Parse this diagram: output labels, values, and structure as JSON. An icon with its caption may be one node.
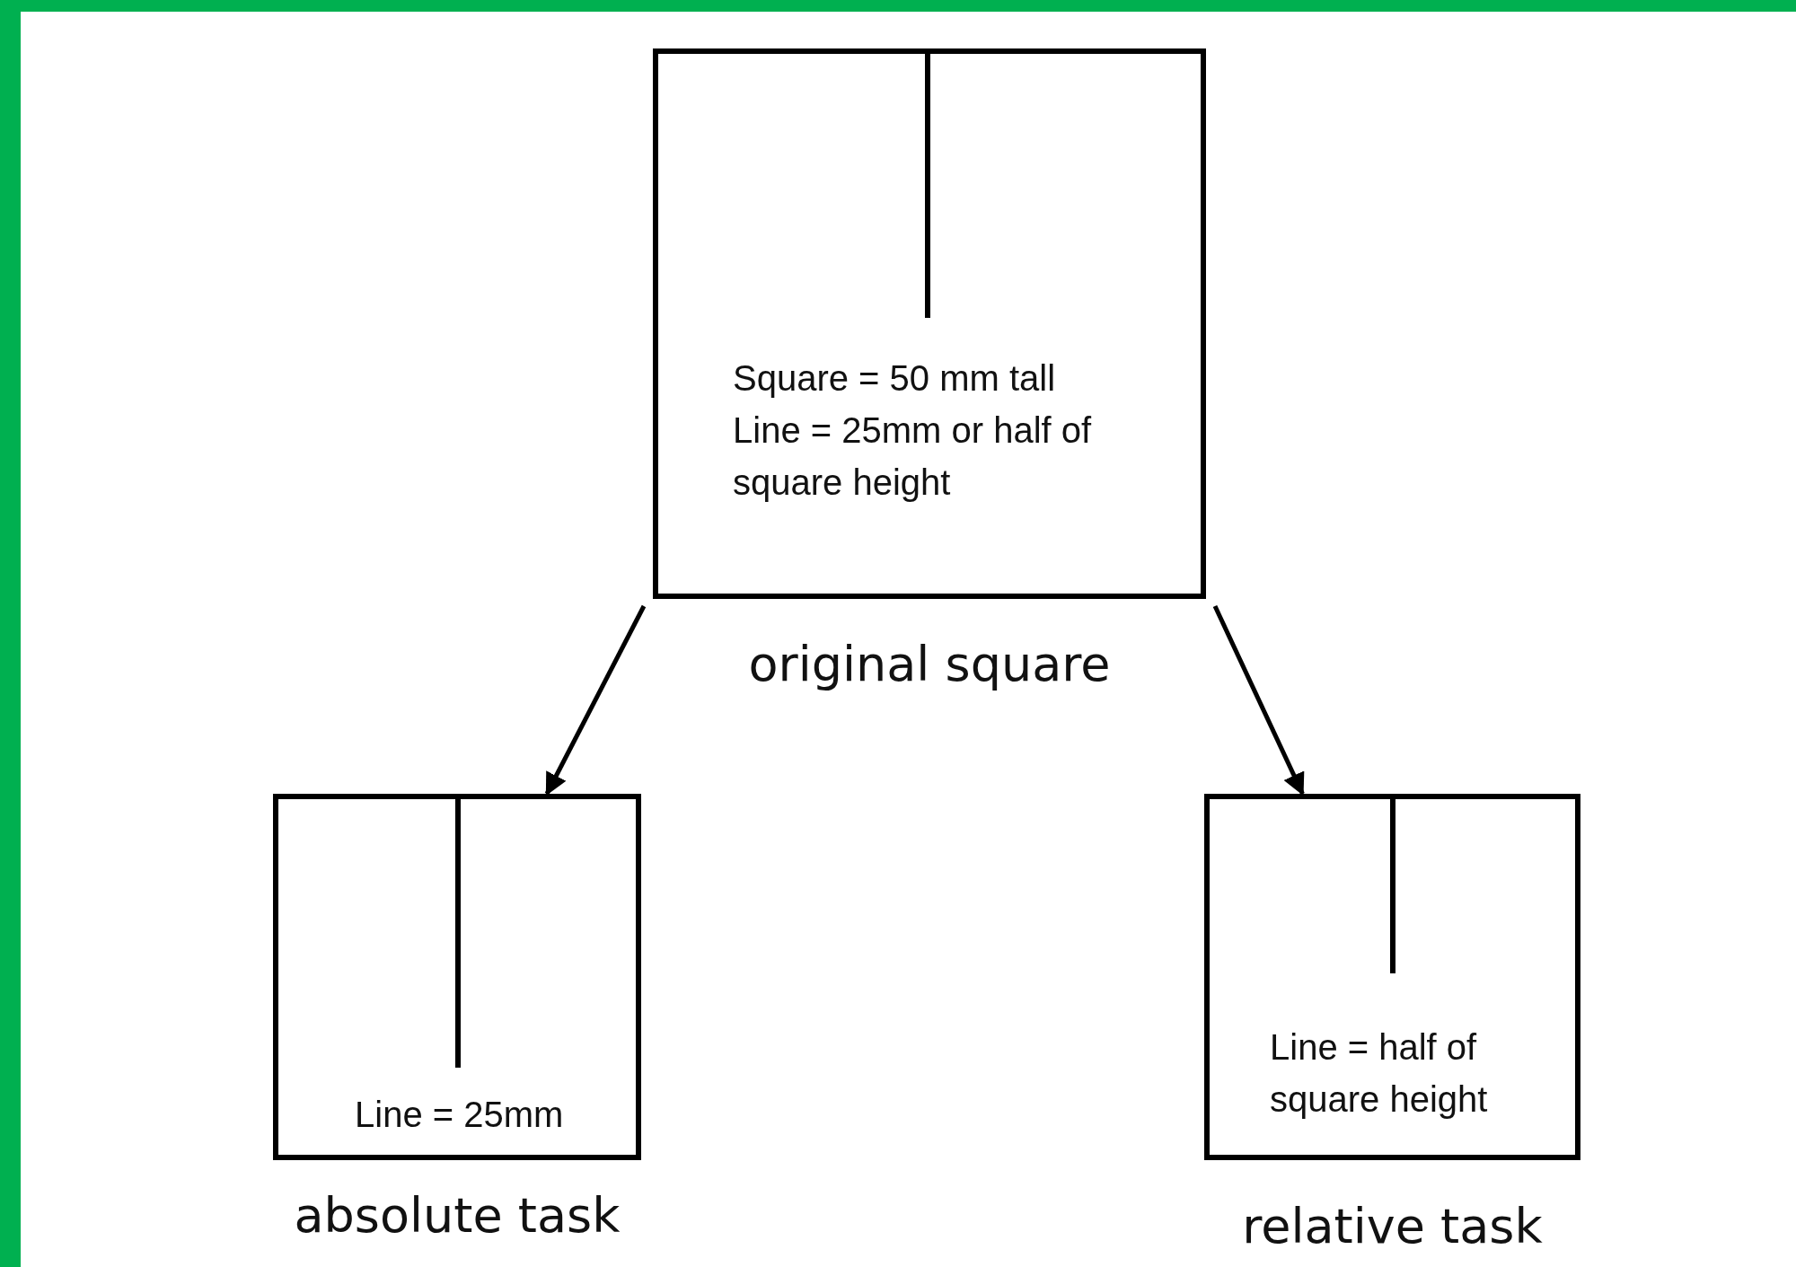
{
  "diagram": {
    "nodes": [
      {
        "text": [
          "Square = 50 mm tall",
          "Line = 25mm or half of square height"
        ],
        "beside": [
          "original square"
        ]
      },
      {
        "text": [
          "Line = 25mm"
        ],
        "beside": [
          "absolute task"
        ]
      },
      {
        "text": [
          "Line = half of square height"
        ],
        "beside": [
          "relative task"
        ]
      }
    ],
    "edges": [
      {
        "from": 0,
        "to": 1,
        "arrow": "to"
      },
      {
        "from": 0,
        "to": 2,
        "arrow": "to"
      }
    ]
  }
}
